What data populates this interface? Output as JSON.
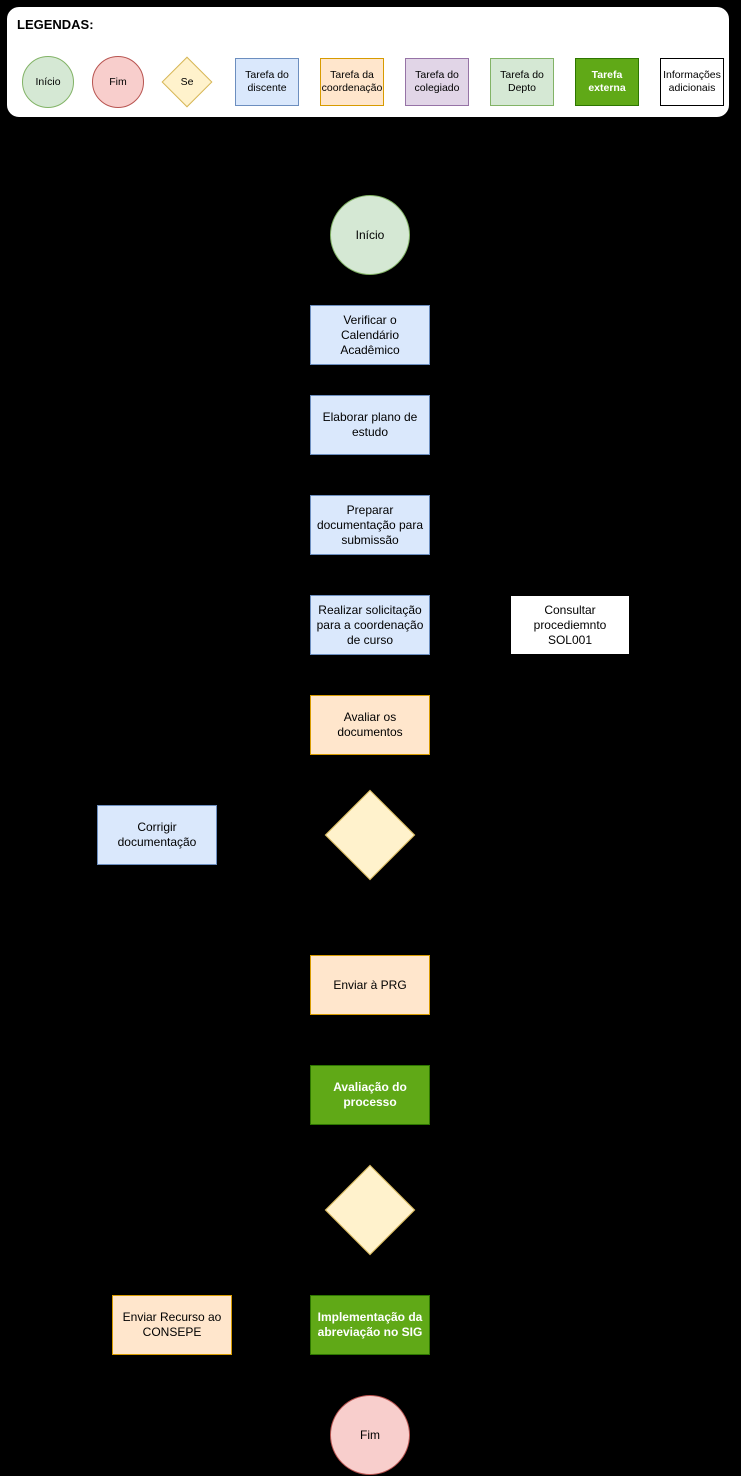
{
  "legend": {
    "title": "LEGENDAS:",
    "items": {
      "inicio": {
        "label": "Início"
      },
      "fim": {
        "label": "Fim"
      },
      "se": {
        "label": "Se"
      },
      "discente": {
        "label": "Tarefa do discente"
      },
      "coordenacao": {
        "label": "Tarefa da coordenação"
      },
      "colegiado": {
        "label": "Tarefa do colegiado"
      },
      "depto": {
        "label": "Tarefa do Depto"
      },
      "externa": {
        "label": "Tarefa externa"
      },
      "informacoes": {
        "label": "Informações adicionais"
      }
    }
  },
  "nodes": {
    "inicio": {
      "label": "Início",
      "type": "start"
    },
    "verificar": {
      "label": "Verificar o Calendário Acadêmico",
      "type": "tarefa-discente"
    },
    "elaborar": {
      "label": "Elaborar plano de estudo",
      "type": "tarefa-discente"
    },
    "preparar": {
      "label": "Preparar documentação para submissão",
      "type": "tarefa-discente"
    },
    "realizar": {
      "label": "Realizar solicitação para a coordenação de curso",
      "type": "tarefa-discente"
    },
    "consultar": {
      "label": "Consultar procediemnto SOL001",
      "type": "informacoes-adicionais"
    },
    "avaliar": {
      "label": "Avaliar os documentos",
      "type": "tarefa-coordenacao"
    },
    "corrigir": {
      "label": "Corrigir documentação",
      "type": "tarefa-discente"
    },
    "enviar_prg": {
      "label": "Enviar à PRG",
      "type": "tarefa-coordenacao"
    },
    "avaliacao_processo": {
      "label": "Avaliação do processo",
      "type": "tarefa-externa"
    },
    "enviar_recurso": {
      "label": "Enviar Recurso ao CONSEPE",
      "type": "tarefa-coordenacao"
    },
    "implementacao": {
      "label": "Implementação da abreviação no SIG",
      "type": "tarefa-externa"
    },
    "fim": {
      "label": "Fim",
      "type": "end"
    }
  },
  "colors": {
    "background": "#000000",
    "task_discente_fill": "#dae8fc",
    "task_discente_stroke": "#6c8ebf",
    "task_coordenacao_fill": "#ffe6cc",
    "task_coordenacao_stroke": "#d79b00",
    "task_colegiado_fill": "#e1d5e7",
    "task_colegiado_stroke": "#9673a6",
    "task_depto_fill": "#d5e8d4",
    "task_depto_stroke": "#82b366",
    "task_externa_fill": "#60a917",
    "task_externa_stroke": "#2d7600",
    "decision_fill": "#fff2cc",
    "decision_stroke": "#d6b656",
    "inicio_fill": "#d5e8d4",
    "inicio_stroke": "#82b366",
    "fim_fill": "#f8cecc",
    "fim_stroke": "#b85450",
    "info_fill": "#ffffff",
    "info_stroke": "#000000"
  }
}
